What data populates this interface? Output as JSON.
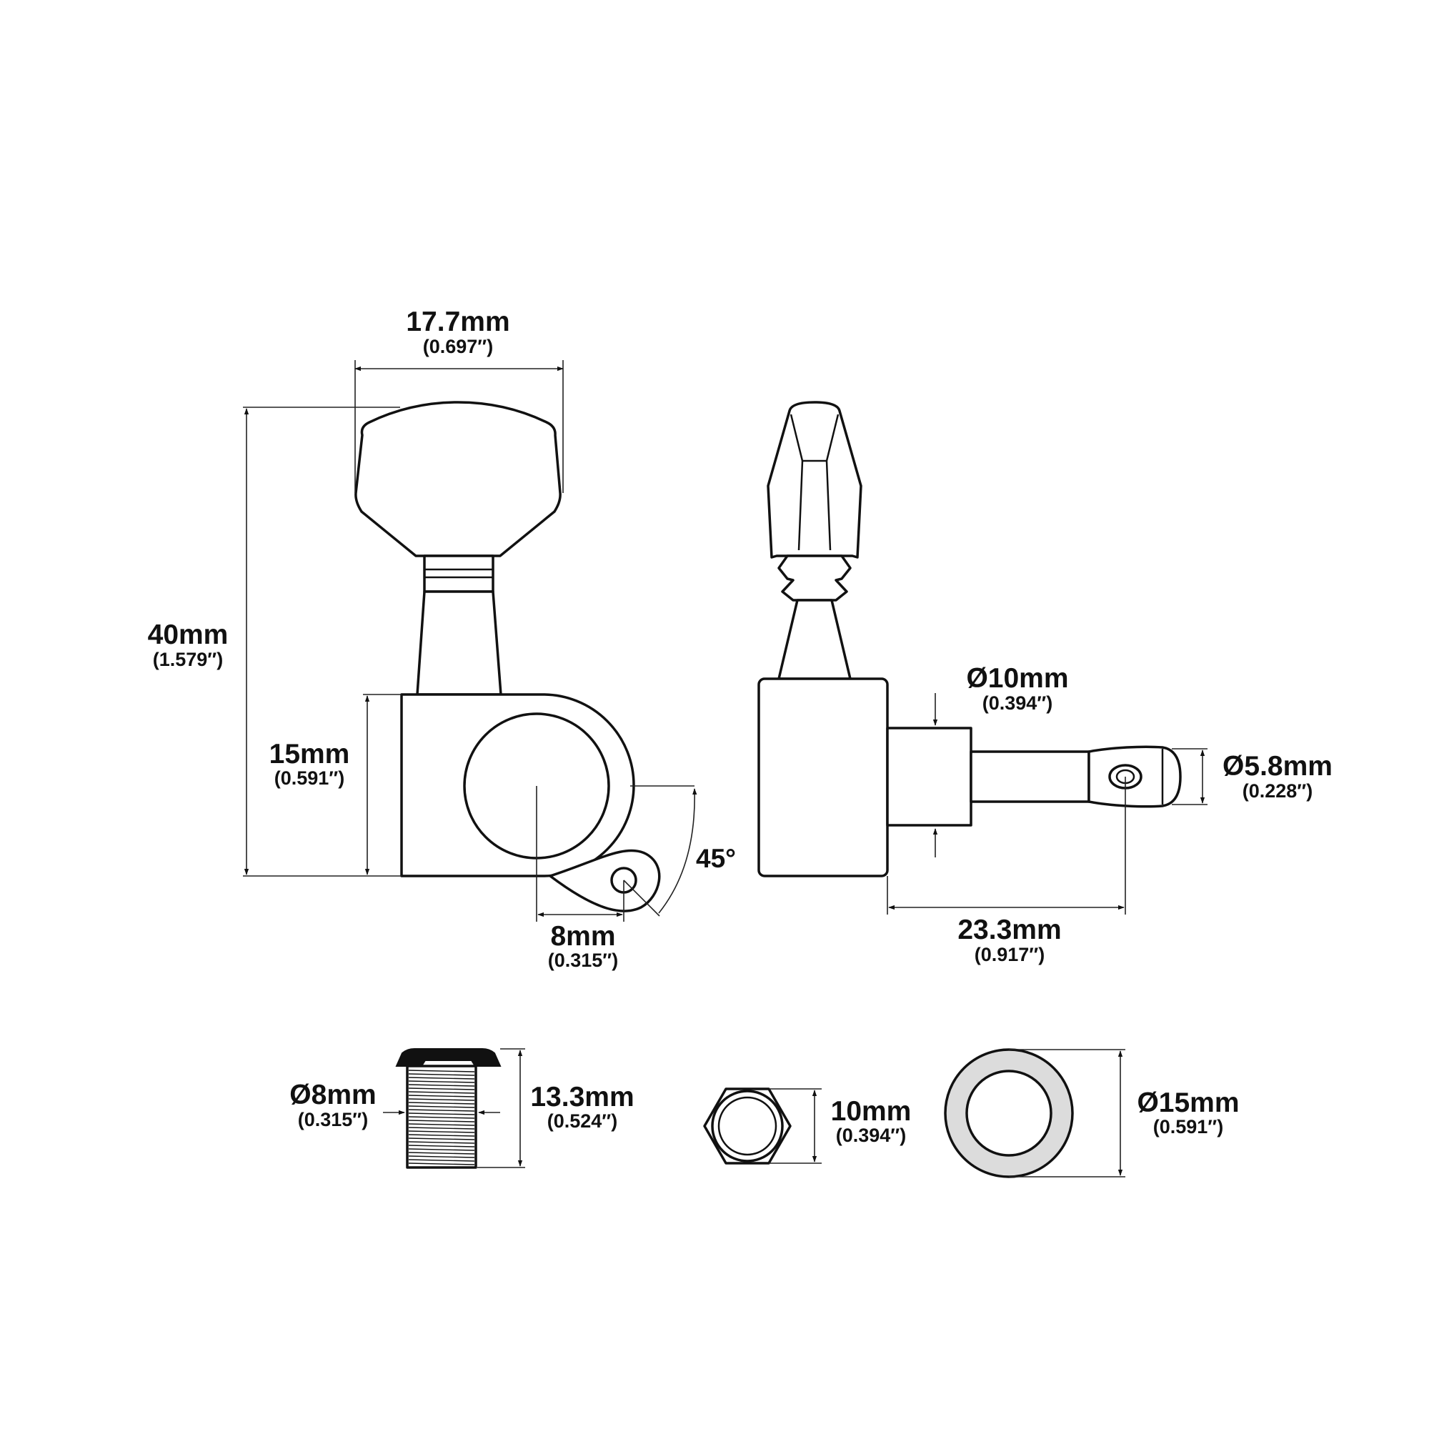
{
  "dimensions": {
    "button_width": {
      "mm": "17.7mm",
      "inch": "(0.697″)"
    },
    "total_height": {
      "mm": "40mm",
      "inch": "(1.579″)"
    },
    "housing_height": {
      "mm": "15mm",
      "inch": "(0.591″)"
    },
    "screw_offset": {
      "mm": "8mm",
      "inch": "(0.315″)"
    },
    "screw_angle": {
      "deg": "45°"
    },
    "post_base_diameter": {
      "mm": "Ø10mm",
      "inch": "(0.394″)"
    },
    "post_diameter": {
      "mm": "Ø5.8mm",
      "inch": "(0.228″)"
    },
    "post_length": {
      "mm": "23.3mm",
      "inch": "(0.917″)"
    },
    "bushing_diameter": {
      "mm": "Ø8mm",
      "inch": "(0.315″)"
    },
    "bushing_height": {
      "mm": "13.3mm",
      "inch": "(0.524″)"
    },
    "hex_nut_size": {
      "mm": "10mm",
      "inch": "(0.394″)"
    },
    "washer_diameter": {
      "mm": "Ø15mm",
      "inch": "(0.591″)"
    }
  },
  "colors": {
    "line": "#111111",
    "washer_fill": "#dcdcdc"
  }
}
